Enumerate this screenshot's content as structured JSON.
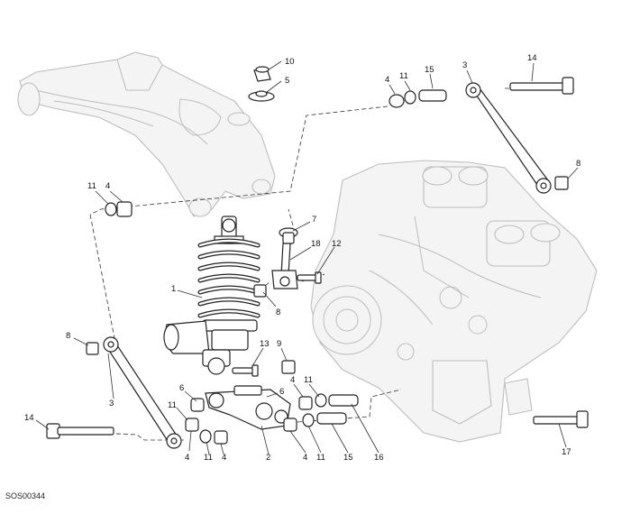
{
  "document_code": "SOS00344",
  "callouts": [
    {
      "id": "c10a",
      "label": "10"
    },
    {
      "id": "c5a",
      "label": "5"
    },
    {
      "id": "c4a",
      "label": "4"
    },
    {
      "id": "c11a",
      "label": "11"
    },
    {
      "id": "c15a",
      "label": "15"
    },
    {
      "id": "c3a",
      "label": "3"
    },
    {
      "id": "c14a",
      "label": "14"
    },
    {
      "id": "c8a",
      "label": "8"
    },
    {
      "id": "c11b",
      "label": "11"
    },
    {
      "id": "c4b",
      "label": "4"
    },
    {
      "id": "c7",
      "label": "7"
    },
    {
      "id": "c18",
      "label": "18"
    },
    {
      "id": "c12",
      "label": "12"
    },
    {
      "id": "c1",
      "label": "1"
    },
    {
      "id": "c8b",
      "label": "8"
    },
    {
      "id": "c8c",
      "label": "8"
    },
    {
      "id": "c13",
      "label": "13"
    },
    {
      "id": "c9",
      "label": "9"
    },
    {
      "id": "c3b",
      "label": "3"
    },
    {
      "id": "c6a",
      "label": "6"
    },
    {
      "id": "c6b",
      "label": "6"
    },
    {
      "id": "c4c",
      "label": "4"
    },
    {
      "id": "c11c",
      "label": "11"
    },
    {
      "id": "c11d",
      "label": "11"
    },
    {
      "id": "c14b",
      "label": "14"
    },
    {
      "id": "c4d",
      "label": "4"
    },
    {
      "id": "c11e",
      "label": "11"
    },
    {
      "id": "c4e",
      "label": "4"
    },
    {
      "id": "c2",
      "label": "2"
    },
    {
      "id": "c4f",
      "label": "4"
    },
    {
      "id": "c11f",
      "label": "11"
    },
    {
      "id": "c15b",
      "label": "15"
    },
    {
      "id": "c16",
      "label": "16"
    },
    {
      "id": "c17",
      "label": "17"
    }
  ]
}
